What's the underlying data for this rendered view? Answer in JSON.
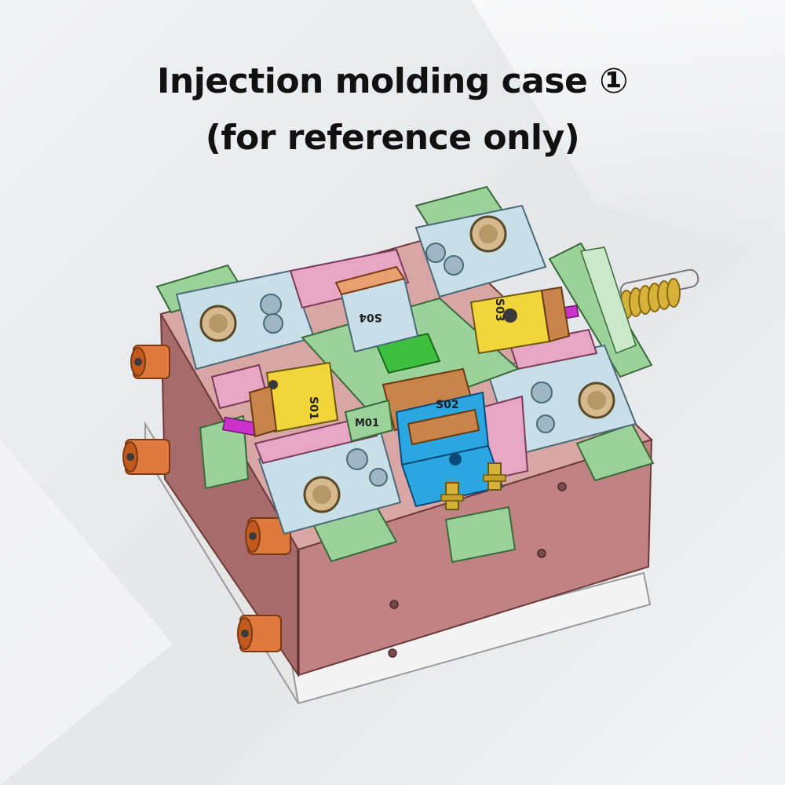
{
  "heading": {
    "line1": "Injection molding case ①",
    "line2": "(for reference only)"
  },
  "labels": {
    "s01": "S01",
    "s02": "S02",
    "s03": "S03",
    "s04": "S04",
    "m01": "M01"
  },
  "colors": {
    "background": "#e8eaee",
    "mold_base": "#b97a7a",
    "mold_base_dark": "#9c5f60",
    "plate_blue": "#c8dfe8",
    "slider_yellow": "#f2d43b",
    "slider_orange": "#c9844a",
    "core_cyan": "#2aa6e0",
    "guide_green": "#9ad29a",
    "insert_pink": "#e7a7c4",
    "bushing_bronze": "#d6b98c",
    "heater_orange": "#e07a3c",
    "spring_gold": "#d6b23a",
    "magenta": "#cc33cc"
  },
  "icons": {
    "spring": "spring-coil",
    "heaters": "cylindrical-heater"
  }
}
